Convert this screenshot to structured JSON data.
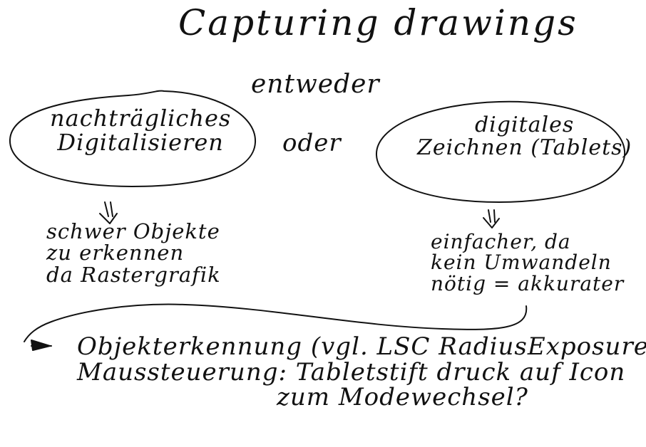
{
  "title": "Capturing drawings",
  "connector_top": "entweder",
  "connector_middle": "oder",
  "left_option": {
    "line1": "nachträgliches",
    "line2": "Digitalisieren"
  },
  "right_option": {
    "line1": "digitales",
    "line2": "Zeichnen (Tablets)"
  },
  "left_arrow_symbol": "⇓",
  "right_arrow_symbol": "⇓",
  "left_consequence": {
    "line1": "schwer Objekte",
    "line2": "zu erkennen",
    "line3": "da Rastergrafik"
  },
  "right_consequence": {
    "line1": "einfacher, da",
    "line2": "kein Umwandeln",
    "line3": "nötig = akkurater"
  },
  "bottom_notes": {
    "line1": "Objekterkennung (vgl. LSC RadiusExposure)",
    "line2": "Maussteuerung: Tabletstift druck auf Icon",
    "line3": "zum Modewechsel?"
  }
}
